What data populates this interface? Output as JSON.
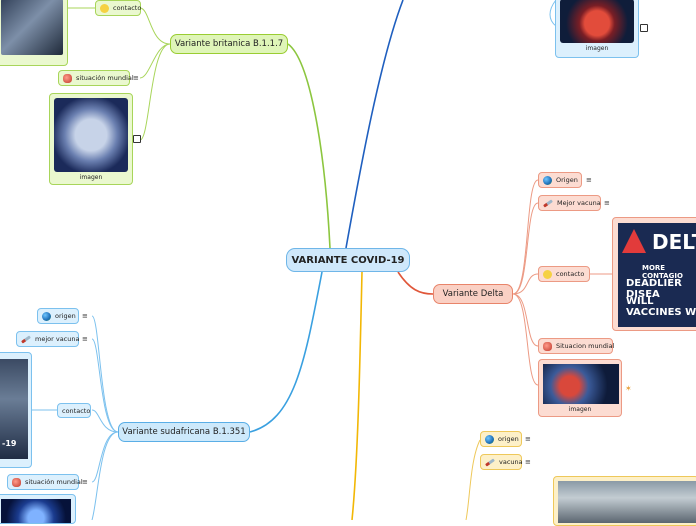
{
  "central": {
    "label": "VARIANTE COVID-19"
  },
  "branches": {
    "britanica": {
      "label": "Variante britanica B.1.1.7",
      "contacto": "contacto",
      "situacion": "situación mundial",
      "imagen": "imagen"
    },
    "sudafricana": {
      "label": "Variante sudafricana B.1.351",
      "origen": "origen",
      "vacuna": "mejor vacuna",
      "contacto": "contacto",
      "situacion": "situación mundial",
      "photo_text": "-19"
    },
    "delta": {
      "label": "Variante Delta",
      "origen": "Origen",
      "vacuna": "Mejor vacuna",
      "contacto": "contacto",
      "situacion": "Situacion mundial",
      "imagen": "imagen",
      "banner": {
        "title": "DELTA",
        "line1": "MORE CONTAGIO",
        "line2": "DEADLIER DISEA",
        "line3": "WILL VACCINES W"
      }
    },
    "top": {
      "imagen": "imagen"
    },
    "yellow": {
      "origen": "origen",
      "vacuna": "vacuna"
    }
  },
  "colors": {
    "green": "#8cc63f",
    "blue": "#3aa0e0",
    "red": "#e0573a",
    "yellow": "#f2b705",
    "navy": "#1f5fbf"
  },
  "icons": [
    "globe-icon",
    "syringe-icon",
    "mask-icon",
    "virus-icon",
    "notes-icon",
    "external-link-icon"
  ]
}
